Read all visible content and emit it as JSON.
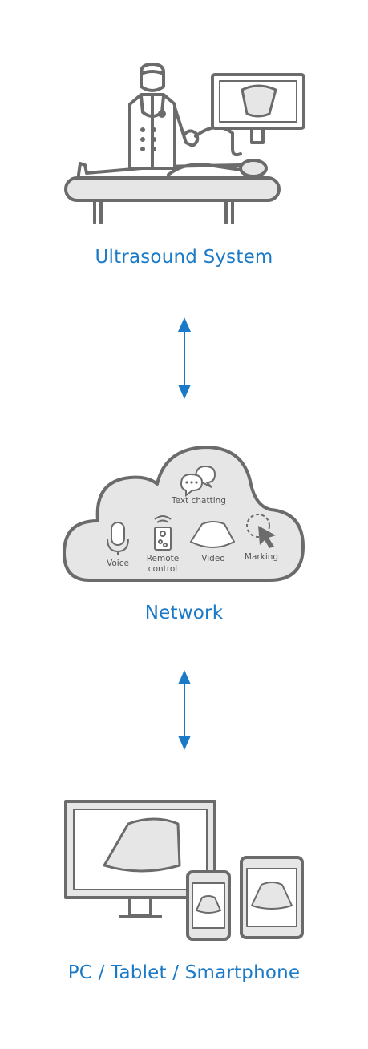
{
  "nodes": {
    "ultrasound": {
      "label": "Ultrasound System"
    },
    "network": {
      "label": "Network"
    },
    "devices": {
      "label": "PC / Tablet / Smartphone"
    }
  },
  "network_features": {
    "text_chatting": "Text chatting",
    "voice": "Voice",
    "remote_line1": "Remote",
    "remote_line2": "control",
    "video": "Video",
    "marking": "Marking"
  },
  "colors": {
    "accent": "#1a7ac8",
    "stroke": "#6b6b6b",
    "fill": "#e6e6e6"
  }
}
